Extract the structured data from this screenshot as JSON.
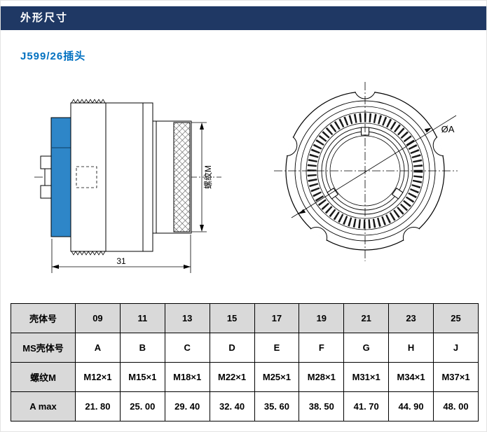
{
  "page": {
    "header_title": "外形尺寸",
    "subtitle": "J599/26插头"
  },
  "drawing": {
    "length_dim": "31",
    "thread_label": "螺纹M",
    "diameter_label": "ØA"
  },
  "colors": {
    "header_bg": "#1f3864",
    "subtitle_text": "#0070c0",
    "highlight_blue": "#2e86c8",
    "table_header_bg": "#d9d9d9"
  },
  "table": {
    "rows": [
      {
        "label": "壳体号",
        "header_row": true,
        "values": [
          "09",
          "11",
          "13",
          "15",
          "17",
          "19",
          "21",
          "23",
          "25"
        ]
      },
      {
        "label": "MS壳体号",
        "values": [
          "A",
          "B",
          "C",
          "D",
          "E",
          "F",
          "G",
          "H",
          "J"
        ]
      },
      {
        "label": "螺纹M",
        "values": [
          "M12×1",
          "M15×1",
          "M18×1",
          "M22×1",
          "M25×1",
          "M28×1",
          "M31×1",
          "M34×1",
          "M37×1"
        ]
      },
      {
        "label": "A max",
        "values": [
          "21. 80",
          "25. 00",
          "29. 40",
          "32. 40",
          "35. 60",
          "38. 50",
          "41. 70",
          "44. 90",
          "48. 00"
        ]
      }
    ]
  }
}
